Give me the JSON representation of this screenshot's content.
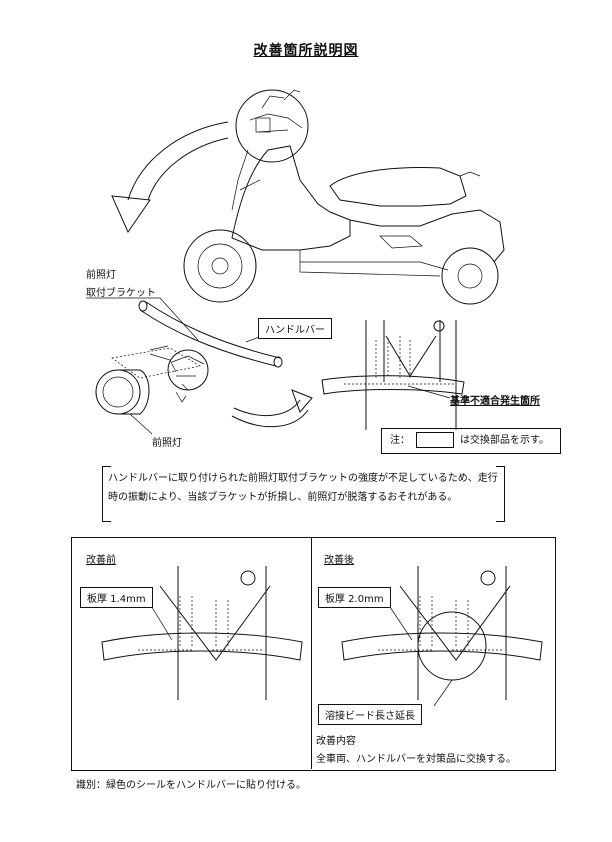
{
  "title": "改善箇所説明図",
  "labels": {
    "headlight_bracket_line1": "前照灯",
    "headlight_bracket_line2": "取付ブラケット",
    "handlebar": "ハンドルバー",
    "headlight": "前照灯",
    "defect_location": "基準不適合発生箇所",
    "legend_prefix": "注：",
    "legend_suffix": "は交換部品を示す。"
  },
  "notice_text": "ハンドルバーに取り付けられた前照灯取付ブラケットの強度が不足しているため、走行時の振動により、当該ブラケットが折損し、前照灯が脱落するおそれがある。",
  "before": {
    "heading": "改善前",
    "thickness": "板厚 1.4mm"
  },
  "after": {
    "heading": "改善後",
    "thickness": "板厚 2.0mm",
    "weld_note": "溶接ビード長さ延長",
    "content_heading": "改善内容",
    "content_text": "全車両、ハンドルバーを対策品に交換する。"
  },
  "identification": "識別：緑色のシールをハンドルバーに貼り付ける。"
}
